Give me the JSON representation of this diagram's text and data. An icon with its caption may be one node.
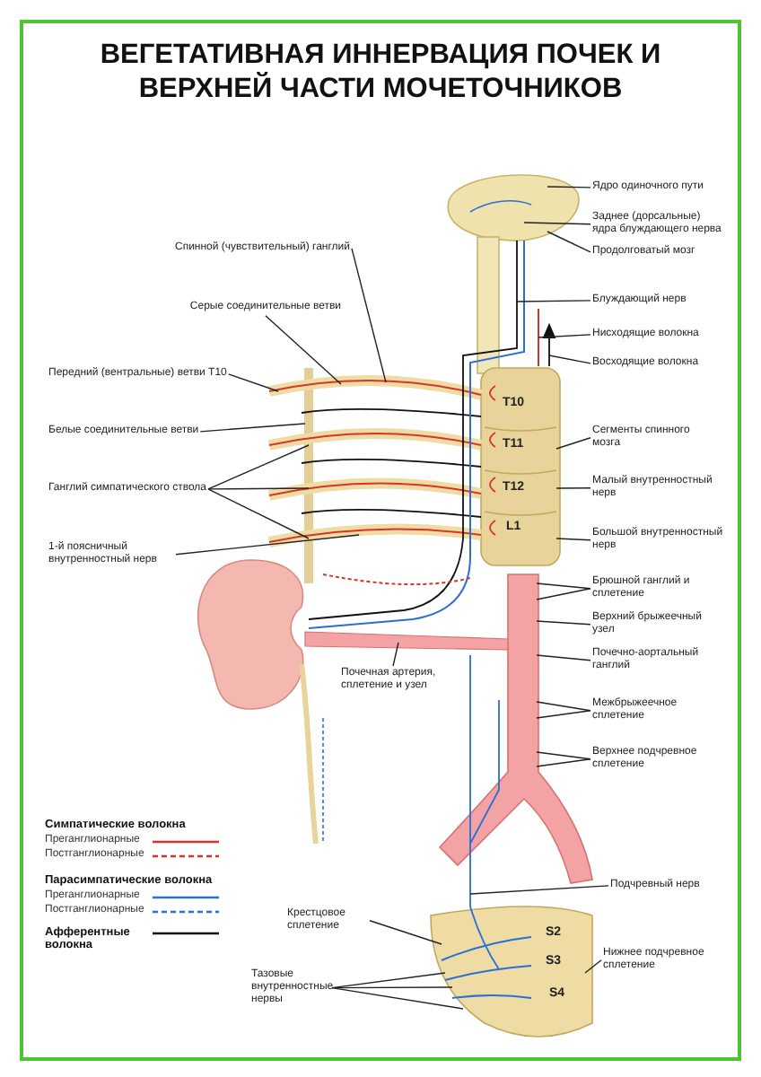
{
  "diagram": {
    "title": "ВЕГЕТАТИВНАЯ ИННЕРВАЦИЯ ПОЧЕК И ВЕРХНЕЙ ЧАСТИ МОЧЕТОЧНИКОВ",
    "nodes": [
      {
        "text": [
          "Спинной (чувствительный) ганглий"
        ]
      },
      {
        "text": [
          "Серые соединительные ветви"
        ]
      },
      {
        "text": [
          "Передний (вентральные) ветви T10"
        ]
      },
      {
        "text": [
          "Белые соединительные ветви"
        ]
      },
      {
        "text": [
          "Ганглий симпатического ствола"
        ]
      },
      {
        "text": [
          "1-й поясничный внутренностный нерв"
        ]
      },
      {
        "text": [
          "Почечная артерия, сплетение и узел"
        ]
      },
      {
        "text": [
          "Ядро одиночного пути"
        ]
      },
      {
        "text": [
          "Заднее (дорсальные) ядра блуждающего нерва"
        ]
      },
      {
        "text": [
          "Продолговатый мозг"
        ]
      },
      {
        "text": [
          "Блуждающий нерв"
        ]
      },
      {
        "text": [
          "Нисходящие волокна"
        ]
      },
      {
        "text": [
          "Восходящие волокна"
        ]
      },
      {
        "text": [
          "Сегменты спинного мозга"
        ]
      },
      {
        "text": [
          "Малый внутренностный нерв"
        ]
      },
      {
        "text": [
          "Большой внутренностный нерв"
        ]
      },
      {
        "text": [
          "Брюшной ганглий и сплетение"
        ]
      },
      {
        "text": [
          "Верхний брыжеечный узел"
        ]
      },
      {
        "text": [
          "Почечно-аортальный ганглий"
        ]
      },
      {
        "text": [
          "Межбрыжеечное сплетение"
        ]
      },
      {
        "text": [
          "Верхнее подчревное сплетение"
        ]
      },
      {
        "text": [
          "Подчревный нерв"
        ]
      },
      {
        "text": [
          "Нижнее подчревное сплетение"
        ]
      },
      {
        "text": [
          "Крестцовое сплетение"
        ]
      },
      {
        "text": [
          "Тазовые внутренностные нервы"
        ]
      },
      {
        "text": [],
        "shape": "picture"
      },
      {
        "text": [],
        "shape": "picture"
      },
      {
        "text": [],
        "shape": "picture"
      },
      {
        "text": [],
        "shape": "picture"
      },
      {
        "text": [],
        "shape": "picture"
      },
      {
        "text": [],
        "shape": "picture"
      },
      {
        "text": [],
        "shape": "picture"
      }
    ],
    "edges": [
      {
        "from": 0,
        "to": 27,
        "arrow": "none"
      },
      {
        "from": 1,
        "to": 27,
        "arrow": "none"
      },
      {
        "from": 2,
        "to": 27,
        "arrow": "none"
      },
      {
        "from": 3,
        "to": 27,
        "arrow": "none"
      },
      {
        "from": 4,
        "to": 27,
        "arrow": "none"
      },
      {
        "from": 4,
        "to": 27,
        "arrow": "none"
      },
      {
        "from": 4,
        "to": 27,
        "arrow": "none"
      },
      {
        "from": 5,
        "to": 27,
        "arrow": "none"
      },
      {
        "from": 6,
        "to": 28,
        "arrow": "none"
      },
      {
        "from": 7,
        "to": 25,
        "arrow": "none"
      },
      {
        "from": 8,
        "to": 25,
        "arrow": "none"
      },
      {
        "from": 9,
        "to": 25,
        "arrow": "none"
      },
      {
        "from": 10,
        "to": 30,
        "arrow": "none"
      },
      {
        "from": 11,
        "to": 26,
        "arrow": "none"
      },
      {
        "from": 12,
        "to": 26,
        "arrow": "none"
      },
      {
        "from": 13,
        "to": 26,
        "arrow": "none"
      },
      {
        "from": 14,
        "to": 26,
        "arrow": "none"
      },
      {
        "from": 15,
        "to": 26,
        "arrow": "none"
      },
      {
        "from": 16,
        "to": 28,
        "arrow": "none"
      },
      {
        "from": 16,
        "to": 28,
        "arrow": "none"
      },
      {
        "from": 17,
        "to": 28,
        "arrow": "none"
      },
      {
        "from": 18,
        "to": 28,
        "arrow": "none"
      },
      {
        "from": 19,
        "to": 28,
        "arrow": "none"
      },
      {
        "from": 19,
        "to": 28,
        "arrow": "none"
      },
      {
        "from": 20,
        "to": 28,
        "arrow": "none"
      },
      {
        "from": 20,
        "to": 28,
        "arrow": "none"
      },
      {
        "from": 21,
        "to": 31,
        "arrow": "none"
      },
      {
        "from": 22,
        "to": 29,
        "arrow": "none"
      },
      {
        "from": 23,
        "to": 29,
        "arrow": "none"
      },
      {
        "from": 24,
        "to": 29,
        "arrow": "none"
      },
      {
        "from": 24,
        "to": 29,
        "arrow": "none"
      },
      {
        "from": 24,
        "to": 29,
        "arrow": "none"
      }
    ],
    "labels": [
      "T10",
      "T11",
      "T12",
      "L1",
      "S2",
      "S3",
      "S4",
      "Симпатические волокна",
      "Парасимпатические волокна"
    ],
    "legend": [
      {
        "text": "Преганглионарные"
      },
      {
        "text": "Постганглионарные"
      },
      {
        "text": "Преганглионарные"
      },
      {
        "text": "Постганглионарные"
      },
      {
        "text": "Афферентные волокна"
      }
    ]
  }
}
